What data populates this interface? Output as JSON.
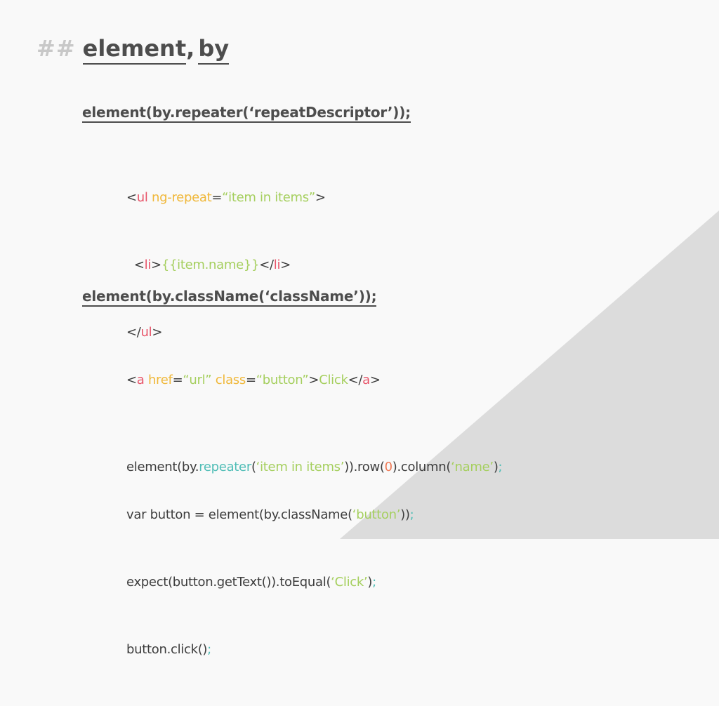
{
  "title": {
    "hash": "##",
    "word1": "element",
    "comma": ",",
    "word2": "by"
  },
  "section1": {
    "heading": "element(by.repeater(‘repeatDescriptor’));",
    "html": {
      "l1_lt": "<",
      "l1_tag": "ul",
      "l1_attr": "ng-repeat",
      "l1_eq": "=",
      "l1_val": "“item in items”",
      "l1_gt": ">",
      "l2_lt": "<",
      "l2_tag": "li",
      "l2_gt": ">",
      "l2_tpl": "{{item.name}}",
      "l2_close_lt": "</",
      "l2_close_tag": "li",
      "l2_close_gt": ">",
      "l3_lt": "</",
      "l3_tag": "ul",
      "l3_gt": ">"
    },
    "js": {
      "p1": "element(by.",
      "fn": "repeater",
      "p2": "(",
      "str1": "‘item in items’",
      "p3": ")).row(",
      "num": "0",
      "p4": ").column(",
      "str2": "‘name’",
      "p5": ")",
      "semi": ";"
    }
  },
  "section2": {
    "heading": "element(by.className(‘className’));",
    "html": {
      "lt": "<",
      "tag": "a",
      "sp1": " ",
      "attr1": "href",
      "eq1": "=",
      "val1": "“url”",
      "sp2": " ",
      "attr2": "class",
      "eq2": "=",
      "val2": "“button”",
      "gt": ">",
      "text": "Click",
      "close_lt": "</",
      "close_tag": "a",
      "close_gt": ">"
    },
    "js1": {
      "p1": "var button = element(by.className(",
      "str": "‘button’",
      "p2": "))",
      "semi": ";"
    },
    "js2": {
      "p1": "expect(button.getText()).toEqual(",
      "str": "‘Click’",
      "p2": ")",
      "semi": ";"
    },
    "js3": {
      "p1": "button.click()",
      "semi": ";"
    }
  },
  "colors": {
    "background": "#f9f9f9",
    "triangle": "#dcdcdc",
    "text": "#3d3d3d",
    "tag": "#e8556a",
    "attribute": "#f0b83a",
    "string": "#a5cf5e",
    "function": "#4fbdb6",
    "number": "#ef7a55"
  }
}
